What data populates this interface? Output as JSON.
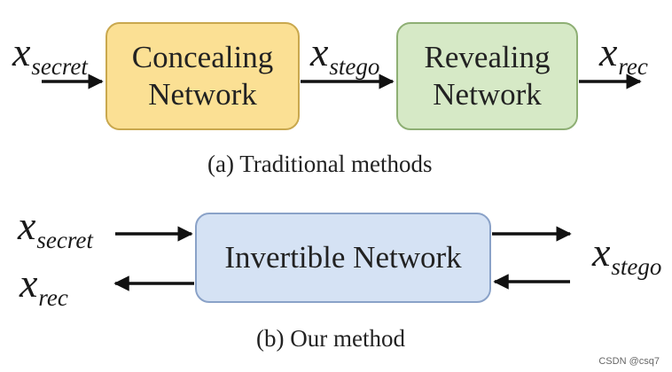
{
  "top": {
    "input": {
      "base": "x",
      "sub": "secret"
    },
    "middle": {
      "base": "x",
      "sub": "stego"
    },
    "output": {
      "base": "x",
      "sub": "rec"
    },
    "concealing_line1": "Concealing",
    "concealing_line2": "Network",
    "revealing_line1": "Revealing",
    "revealing_line2": "Network",
    "caption": "(a) Traditional methods"
  },
  "bottom": {
    "input": {
      "base": "x",
      "sub": "secret"
    },
    "output_left": {
      "base": "x",
      "sub": "rec"
    },
    "right": {
      "base": "x",
      "sub": "stego"
    },
    "invertible_label": "Invertible Network",
    "caption": "(b) Our method"
  },
  "watermark": "CSDN @csq7",
  "colors": {
    "concealing_fill": "#fbe094",
    "revealing_fill": "#d6e9c6",
    "invertible_fill": "#d5e2f4",
    "arrow": "#111111"
  }
}
